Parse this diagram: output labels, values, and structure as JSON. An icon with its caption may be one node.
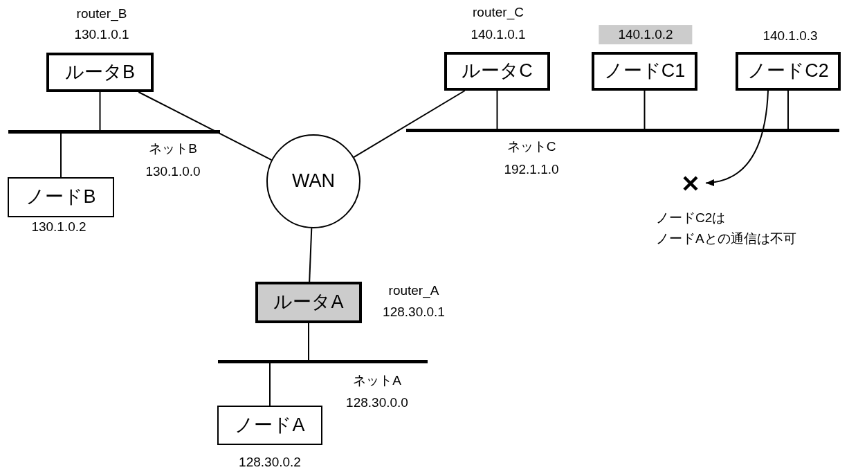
{
  "diagram": {
    "nodes": [
      {
        "text": [
          "ルータB"
        ],
        "beside": [
          "router_B",
          "130.1.0.1"
        ]
      },
      {
        "text": [],
        "shape": "bar",
        "beside": [
          "ネットB",
          "130.1.0.0"
        ]
      },
      {
        "text": [
          "ノードB"
        ],
        "beside": [
          "130.1.0.2"
        ]
      },
      {
        "text": [
          "WAN"
        ]
      },
      {
        "text": [
          "ルータC"
        ],
        "beside": [
          "router_C",
          "140.1.0.1"
        ]
      },
      {
        "text": [
          "ノードC1"
        ],
        "beside": [
          "140.1.0.2"
        ]
      },
      {
        "text": [
          "ノードC2"
        ],
        "beside": [
          "140.1.0.3"
        ]
      },
      {
        "text": [],
        "shape": "bar",
        "beside": [
          "ネットC",
          "192.1.1.0"
        ]
      },
      {
        "text": [],
        "shape": "cross",
        "beside": [
          "ノードC2は",
          "ノードAとの通信は不可"
        ]
      },
      {
        "text": [
          "ルータA"
        ],
        "beside": [
          "router_A",
          "128.30.0.1"
        ]
      },
      {
        "text": [],
        "shape": "bar",
        "beside": [
          "ネットA",
          "128.30.0.0"
        ]
      },
      {
        "text": [
          "ノードA"
        ],
        "beside": [
          "128.30.0.2"
        ]
      }
    ],
    "edges": [
      {
        "from": 0,
        "to": 1,
        "arrow": "none"
      },
      {
        "from": 1,
        "to": 2,
        "arrow": "none"
      },
      {
        "from": 0,
        "to": 3,
        "arrow": "none"
      },
      {
        "from": 4,
        "to": 3,
        "arrow": "none"
      },
      {
        "from": 4,
        "to": 7,
        "arrow": "none"
      },
      {
        "from": 5,
        "to": 7,
        "arrow": "none"
      },
      {
        "from": 6,
        "to": 7,
        "arrow": "none"
      },
      {
        "from": 6,
        "to": 8,
        "arrow": "to"
      },
      {
        "from": 3,
        "to": 9,
        "arrow": "none"
      },
      {
        "from": 9,
        "to": 10,
        "arrow": "none"
      },
      {
        "from": 10,
        "to": 11,
        "arrow": "none"
      }
    ]
  }
}
